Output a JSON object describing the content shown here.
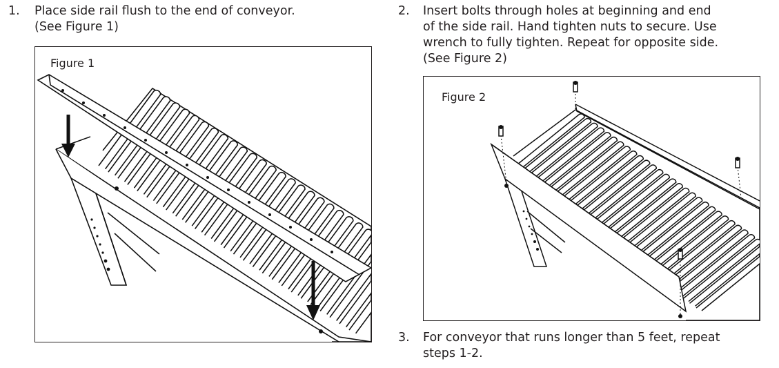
{
  "steps": [
    {
      "number": "1.",
      "text": "Place side rail flush to the end of conveyor.\n(See Figure 1)"
    },
    {
      "number": "2.",
      "text": "Insert bolts through holes at beginning and end\nof the side rail.  Hand tighten nuts to secure. Use\nwrench to fully tighten. Repeat for opposite side.\n(See Figure 2)"
    },
    {
      "number": "3.",
      "text": "For conveyor that runs longer than 5 feet, repeat\nsteps 1-2."
    }
  ],
  "figures": [
    {
      "label": "Figure 1"
    },
    {
      "label": "Figure 2"
    }
  ]
}
